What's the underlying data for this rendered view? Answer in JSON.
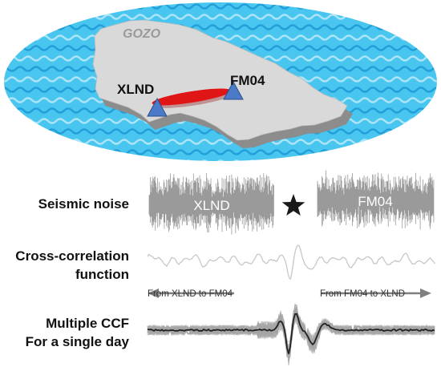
{
  "map": {
    "island_label": "GOZO",
    "station_a": "XLND",
    "station_b": "FM04",
    "colors": {
      "sea_light": "#49c6ef",
      "sea_dark": "#1592d1",
      "land_top": "#d9d9d9",
      "land_side": "#8c8c8c",
      "station_marker": "#4a7ac8",
      "path": "#e01515"
    }
  },
  "rows": [
    {
      "label_lines": [
        "Seismic noise"
      ]
    },
    {
      "label_lines": [
        "Cross-correlation",
        "function"
      ]
    },
    {
      "label_lines": [
        "Multiple CCF",
        "For a single day"
      ]
    }
  ],
  "noise": {
    "left_box_label": "XLND",
    "right_box_label": "FM04",
    "operator_icon": "star-icon",
    "colors": {
      "noise": "#9a9a9a",
      "star": "#1a1a1a"
    }
  },
  "ccf": {
    "left_direction": "From XLND to FM04",
    "right_direction": "From FM04 to XLND",
    "colors": {
      "trace": "#c8c8c8",
      "arrow": "#7f7f7f"
    }
  },
  "stack": {
    "colors": {
      "traces": "#a6a6a6",
      "mean": "#222222"
    }
  }
}
